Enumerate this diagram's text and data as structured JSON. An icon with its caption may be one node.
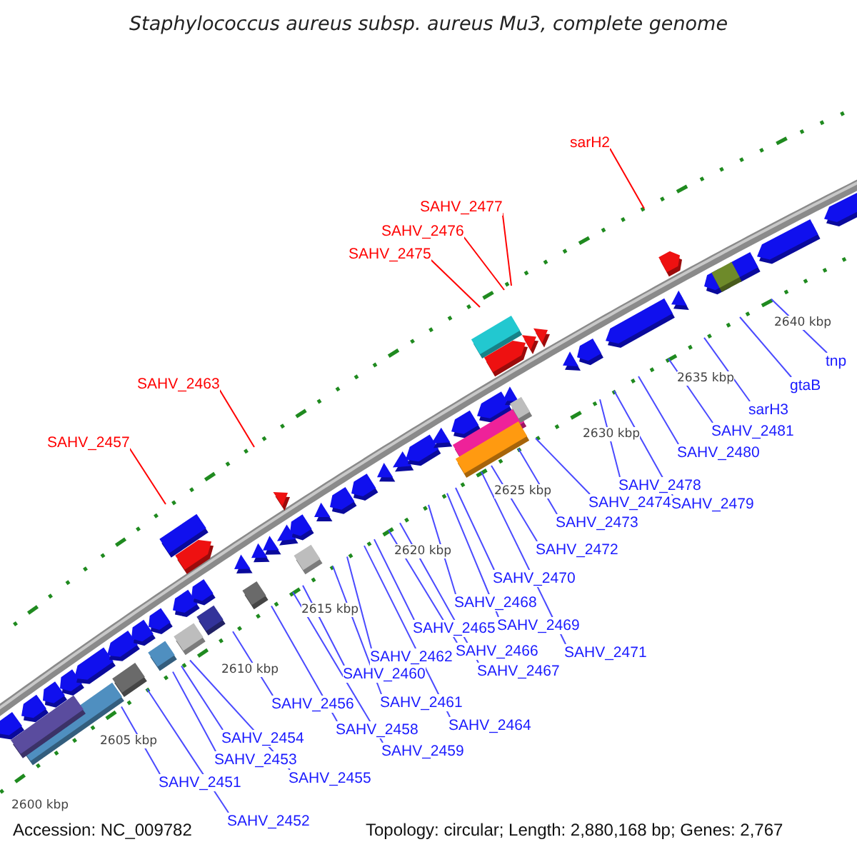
{
  "diagram": {
    "title": "Staphylococcus aureus subsp. aureus Mu3, complete genome",
    "nodes": [
      {
        "text": [
          "sarH2"
        ]
      },
      {
        "text": [
          "SAHV_2477"
        ]
      },
      {
        "text": [
          "SAHV_2476"
        ]
      },
      {
        "text": [
          "SAHV_2475"
        ]
      },
      {
        "text": [
          "SAHV_2463"
        ]
      },
      {
        "text": [
          "SAHV_2457"
        ]
      },
      {
        "text": [
          "tnp"
        ]
      },
      {
        "text": [
          "gtaB"
        ]
      },
      {
        "text": [
          "sarH3"
        ]
      },
      {
        "text": [
          "SAHV_2481"
        ]
      },
      {
        "text": [
          "SAHV_2480"
        ]
      },
      {
        "text": [
          "SAHV_2478"
        ]
      },
      {
        "text": [
          "SAHV_2474"
        ]
      },
      {
        "text": [
          "SAHV_2479"
        ]
      },
      {
        "text": [
          "SAHV_2473"
        ]
      },
      {
        "text": [
          "SAHV_2472"
        ]
      },
      {
        "text": [
          "SAHV_2470"
        ]
      },
      {
        "text": [
          "SAHV_2468"
        ]
      },
      {
        "text": [
          "SAHV_2469"
        ]
      },
      {
        "text": [
          "SAHV_2465"
        ]
      },
      {
        "text": [
          "SAHV_2466"
        ]
      },
      {
        "text": [
          "SAHV_2462"
        ]
      },
      {
        "text": [
          "SAHV_2467"
        ]
      },
      {
        "text": [
          "SAHV_2460"
        ]
      },
      {
        "text": [
          "SAHV_2471"
        ]
      },
      {
        "text": [
          "SAHV_2461"
        ]
      },
      {
        "text": [
          "SAHV_2456"
        ]
      },
      {
        "text": [
          "SAHV_2464"
        ]
      },
      {
        "text": [
          "SAHV_2458"
        ]
      },
      {
        "text": [
          "SAHV_2454"
        ]
      },
      {
        "text": [
          "SAHV_2459"
        ]
      },
      {
        "text": [
          "SAHV_2453"
        ]
      },
      {
        "text": [
          "SAHV_2455"
        ]
      },
      {
        "text": [
          "SAHV_2451"
        ]
      },
      {
        "text": [
          "SAHV_2452"
        ]
      }
    ],
    "edges": [
      {
        "from": 0,
        "to": null,
        "arrow": "none",
        "color": "#ff0000"
      },
      {
        "from": 1,
        "to": null,
        "arrow": "none",
        "color": "#ff0000"
      },
      {
        "from": 2,
        "to": null,
        "arrow": "none",
        "color": "#ff0000"
      },
      {
        "from": 3,
        "to": null,
        "arrow": "none",
        "color": "#ff0000"
      },
      {
        "from": 4,
        "to": null,
        "arrow": "none",
        "color": "#ff0000"
      },
      {
        "from": 5,
        "to": null,
        "arrow": "none",
        "color": "#ff0000"
      },
      {
        "from": 6,
        "to": null,
        "arrow": "none"
      },
      {
        "from": 7,
        "to": null,
        "arrow": "none"
      },
      {
        "from": 8,
        "to": null,
        "arrow": "none"
      },
      {
        "from": 9,
        "to": null,
        "arrow": "none"
      },
      {
        "from": 10,
        "to": null,
        "arrow": "none"
      },
      {
        "from": 11,
        "to": null,
        "arrow": "none"
      },
      {
        "from": 12,
        "to": null,
        "arrow": "none"
      },
      {
        "from": 13,
        "to": null,
        "arrow": "none"
      },
      {
        "from": 14,
        "to": null,
        "arrow": "none"
      },
      {
        "from": 15,
        "to": null,
        "arrow": "none"
      },
      {
        "from": 16,
        "to": null,
        "arrow": "none"
      },
      {
        "from": 17,
        "to": null,
        "arrow": "none"
      },
      {
        "from": 18,
        "to": null,
        "arrow": "none"
      },
      {
        "from": 19,
        "to": null,
        "arrow": "none"
      },
      {
        "from": 20,
        "to": null,
        "arrow": "none"
      },
      {
        "from": 21,
        "to": null,
        "arrow": "none"
      },
      {
        "from": 22,
        "to": null,
        "arrow": "none"
      },
      {
        "from": 23,
        "to": null,
        "arrow": "none"
      },
      {
        "from": 24,
        "to": null,
        "arrow": "none"
      },
      {
        "from": 25,
        "to": null,
        "arrow": "none"
      },
      {
        "from": 26,
        "to": null,
        "arrow": "none"
      },
      {
        "from": 27,
        "to": null,
        "arrow": "none"
      },
      {
        "from": 28,
        "to": null,
        "arrow": "none"
      },
      {
        "from": 29,
        "to": null,
        "arrow": "none"
      },
      {
        "from": 30,
        "to": null,
        "arrow": "none"
      },
      {
        "from": 31,
        "to": null,
        "arrow": "none"
      },
      {
        "from": 32,
        "to": null,
        "arrow": "none"
      },
      {
        "from": 33,
        "to": null,
        "arrow": "none"
      },
      {
        "from": 34,
        "to": null,
        "arrow": "none"
      }
    ],
    "labels": [
      "2600 kbp",
      "2605 kbp",
      "2610 kbp",
      "2615 kbp",
      "2620 kbp",
      "2625 kbp",
      "2630 kbp",
      "2635 kbp",
      "2640 kbp",
      "Accession: NC_009782",
      "Topology: circular; Length: 2,880,168 bp; Genes: 2,767"
    ]
  }
}
